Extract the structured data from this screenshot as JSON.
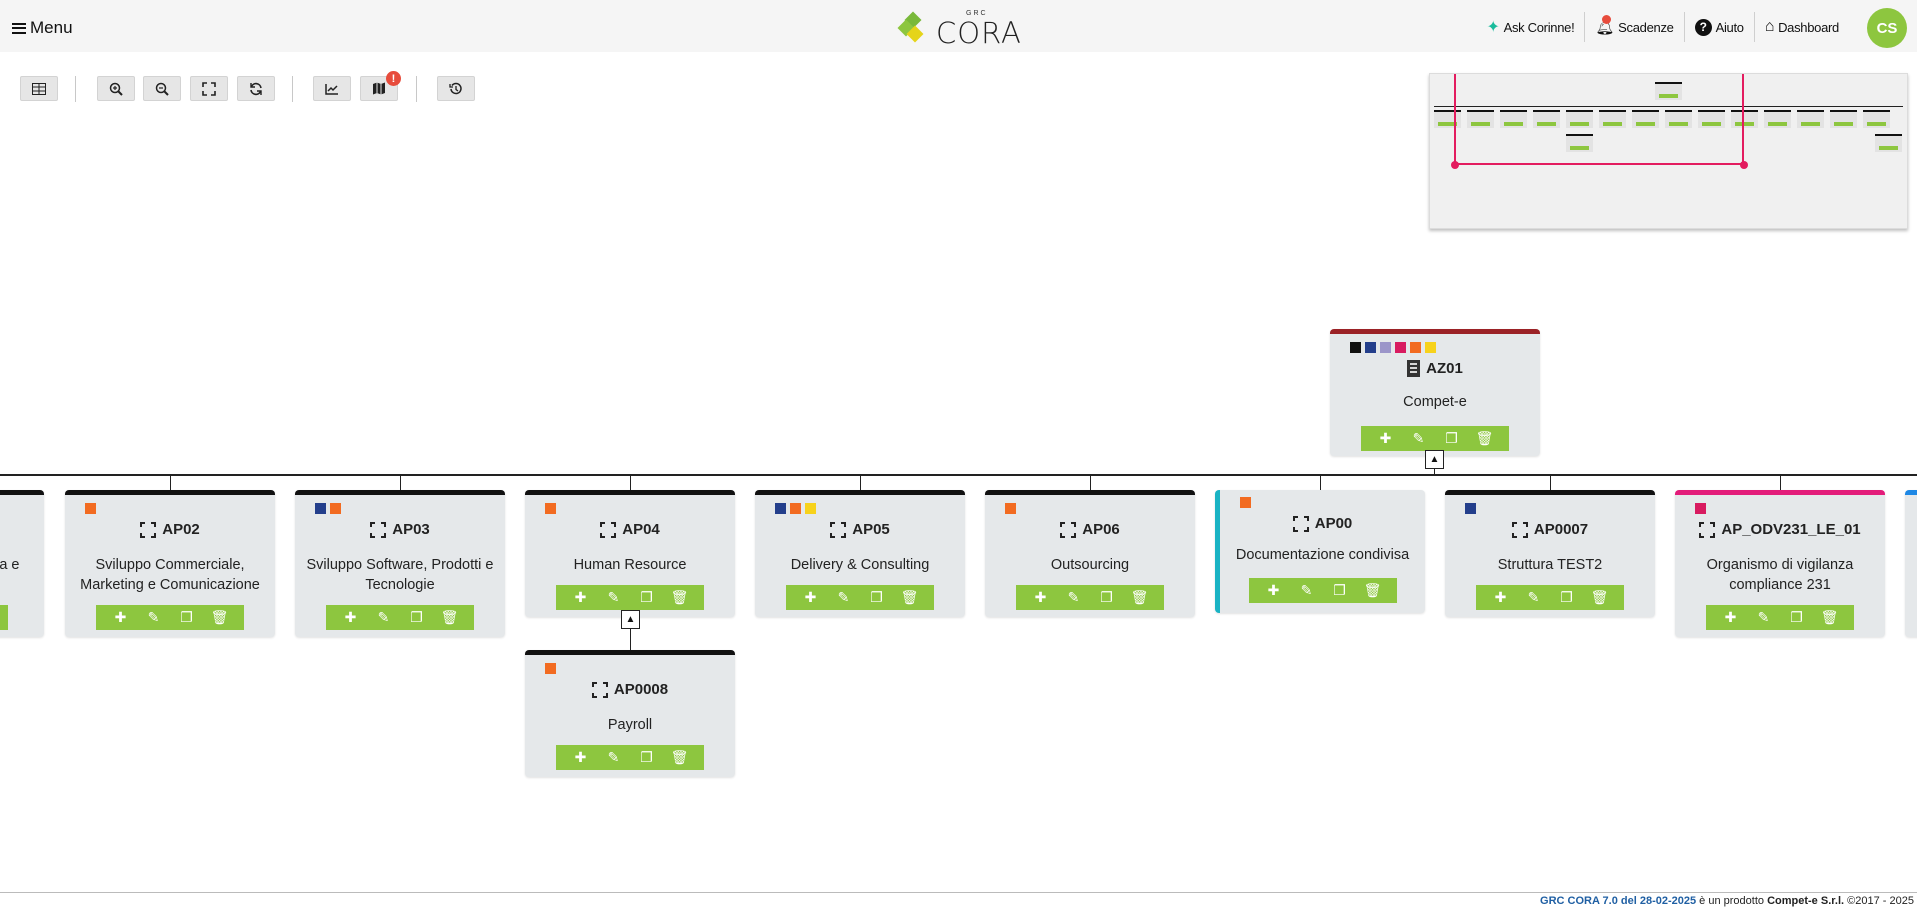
{
  "header": {
    "menu_label": "Menu",
    "logo_small": "GRC",
    "logo_big": "CORA",
    "nav": {
      "ask": "Ask Corinne!",
      "deadlines": "Scadenze",
      "help": "Aiuto",
      "dashboard": "Dashboard"
    },
    "avatar_initials": "CS"
  },
  "toolbar": {
    "map_badge": "!"
  },
  "colors": {
    "accent_green": "#8dc63f",
    "root_border": "#9b2226",
    "teal_border": "#1ab3c4",
    "magenta_border": "#e31c7a",
    "swatch_orange": "#f26b21",
    "swatch_navy": "#233e8b",
    "swatch_yellow": "#f7d21b",
    "swatch_pink": "#d81b60"
  },
  "tree": {
    "root": {
      "code": "AZ01",
      "name": "Compet-e"
    },
    "children": [
      {
        "code": "",
        "name": "nza e"
      },
      {
        "code": "AP02",
        "name": "Sviluppo Commerciale, Marketing e Comunicazione"
      },
      {
        "code": "AP03",
        "name": "Sviluppo Software, Prodotti e Tecnologie"
      },
      {
        "code": "AP04",
        "name": "Human Resource"
      },
      {
        "code": "AP05",
        "name": "Delivery & Consulting"
      },
      {
        "code": "AP06",
        "name": "Outsourcing"
      },
      {
        "code": "AP00",
        "name": "Documentazione condivisa"
      },
      {
        "code": "AP0007",
        "name": "Struttura TEST2"
      },
      {
        "code": "AP_ODV231_LE_01",
        "name": "Organismo di vigilanza compliance 231"
      }
    ],
    "grandchild": {
      "code": "AP0008",
      "name": "Payroll"
    }
  },
  "footer": {
    "version": "GRC CORA 7.0 del 28-02-2025",
    "text_mid": " è un prodotto ",
    "company": "Compet-e S.r.l.",
    "copyright": " ©2017 - 2025"
  }
}
